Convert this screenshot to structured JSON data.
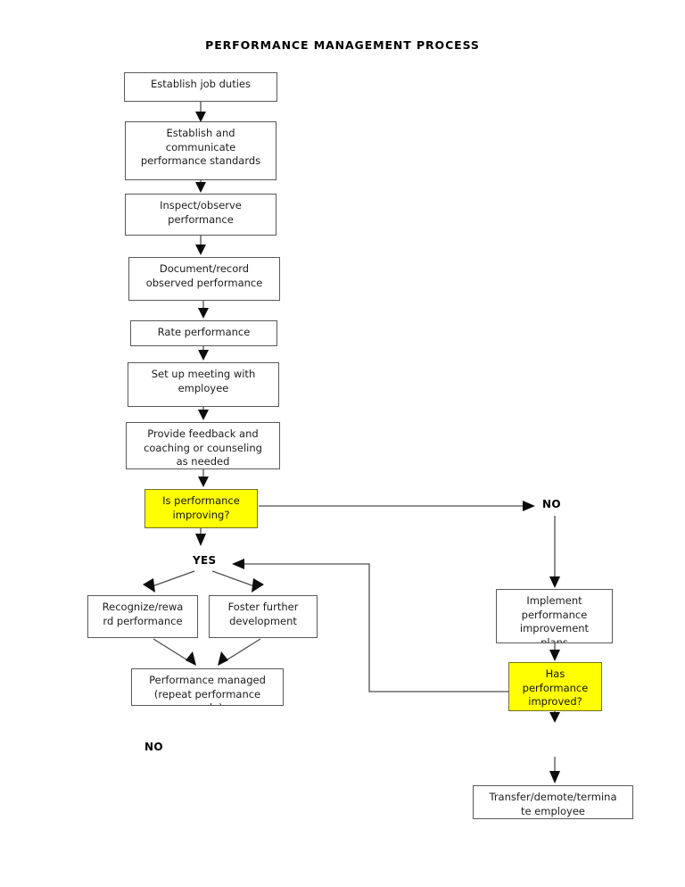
{
  "title": "PERFORMANCE MANAGEMENT PROCESS",
  "colors": {
    "decision_fill": "#FFFF00",
    "decision_border": "#73711F",
    "box_border": "#595959",
    "box_fill": "#FFFFFF",
    "connector": "#4D4D4D",
    "text": "#1C1C1C"
  },
  "nodes": [
    {
      "id": "establish-job-duties",
      "type": "process",
      "text": "Establish job duties"
    },
    {
      "id": "establish-communicate",
      "type": "process",
      "text": "Establish and\ncommunicate\nperformance standards"
    },
    {
      "id": "inspect-observe",
      "type": "process",
      "text": "Inspect/observe\nperformance"
    },
    {
      "id": "document-record",
      "type": "process",
      "text": "Document/record\nobserved performance"
    },
    {
      "id": "rate-performance",
      "type": "process",
      "text": "Rate performance"
    },
    {
      "id": "set-up-meeting",
      "type": "process",
      "text": "Set up meeting with\nemployee"
    },
    {
      "id": "provide-feedback",
      "type": "process",
      "text": "Provide feedback and\ncoaching or counseling\nas needed"
    },
    {
      "id": "is-performance-improving",
      "type": "decision",
      "text": "Is performance\nimproving?"
    },
    {
      "id": "recognize-reward",
      "type": "process",
      "text": "Recognize/rewa\nrd performance"
    },
    {
      "id": "foster-development",
      "type": "process",
      "text": "Foster further\ndevelopment"
    },
    {
      "id": "performance-managed",
      "type": "process",
      "text": "Performance managed\n(repeat performance\ncycle)"
    },
    {
      "id": "implement-improvement-plans",
      "type": "process",
      "text": "Implement\nperformance\nimprovement\nplans"
    },
    {
      "id": "has-performance-improved",
      "type": "decision",
      "text": "Has\nperformance\nimproved?"
    },
    {
      "id": "transfer-demote-terminate",
      "type": "process",
      "text": "Transfer/demote/termina\nte employee"
    }
  ],
  "branch_labels": [
    {
      "id": "no-top",
      "text": "NO"
    },
    {
      "id": "yes",
      "text": "YES"
    },
    {
      "id": "no-bottom",
      "text": "NO"
    }
  ]
}
